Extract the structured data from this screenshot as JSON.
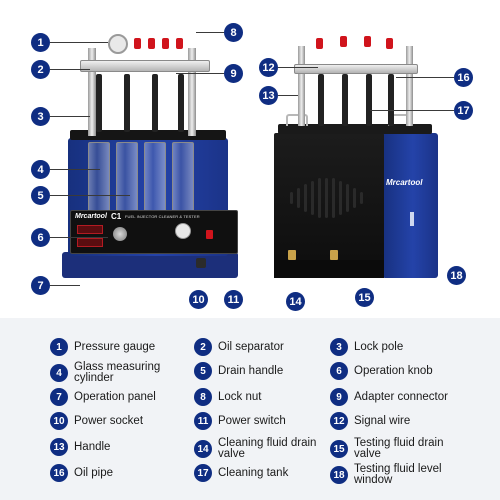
{
  "brand": "Mrcartool",
  "model_badge": "C1",
  "panel_title": "FUEL INJECTOR CLEANER & TESTER",
  "colors": {
    "accent": "#0f2d82",
    "machine_blue": "#2443a9",
    "plug_red": "#d0141c"
  },
  "callouts": [
    "1",
    "2",
    "3",
    "4",
    "5",
    "6",
    "7",
    "8",
    "9",
    "10",
    "11",
    "12",
    "13",
    "14",
    "15",
    "16",
    "17",
    "18"
  ],
  "legend": [
    {
      "num": "1",
      "label": "Pressure gauge"
    },
    {
      "num": "2",
      "label": "Oil separator"
    },
    {
      "num": "3",
      "label": "Lock pole"
    },
    {
      "num": "4",
      "label": "Glass measuring cylinder"
    },
    {
      "num": "5",
      "label": "Drain handle"
    },
    {
      "num": "6",
      "label": "Operation knob"
    },
    {
      "num": "7",
      "label": "Operation panel"
    },
    {
      "num": "8",
      "label": "Lock nut"
    },
    {
      "num": "9",
      "label": "Adapter connector"
    },
    {
      "num": "10",
      "label": "Power socket"
    },
    {
      "num": "11",
      "label": "Power switch"
    },
    {
      "num": "12",
      "label": "Signal wire"
    },
    {
      "num": "13",
      "label": "Handle"
    },
    {
      "num": "14",
      "label": "Cleaning fluid drain valve"
    },
    {
      "num": "15",
      "label": "Testing fluid drain valve"
    },
    {
      "num": "16",
      "label": "Oil pipe"
    },
    {
      "num": "17",
      "label": "Cleaning tank"
    },
    {
      "num": "18",
      "label": "Testing fluid level window"
    }
  ]
}
